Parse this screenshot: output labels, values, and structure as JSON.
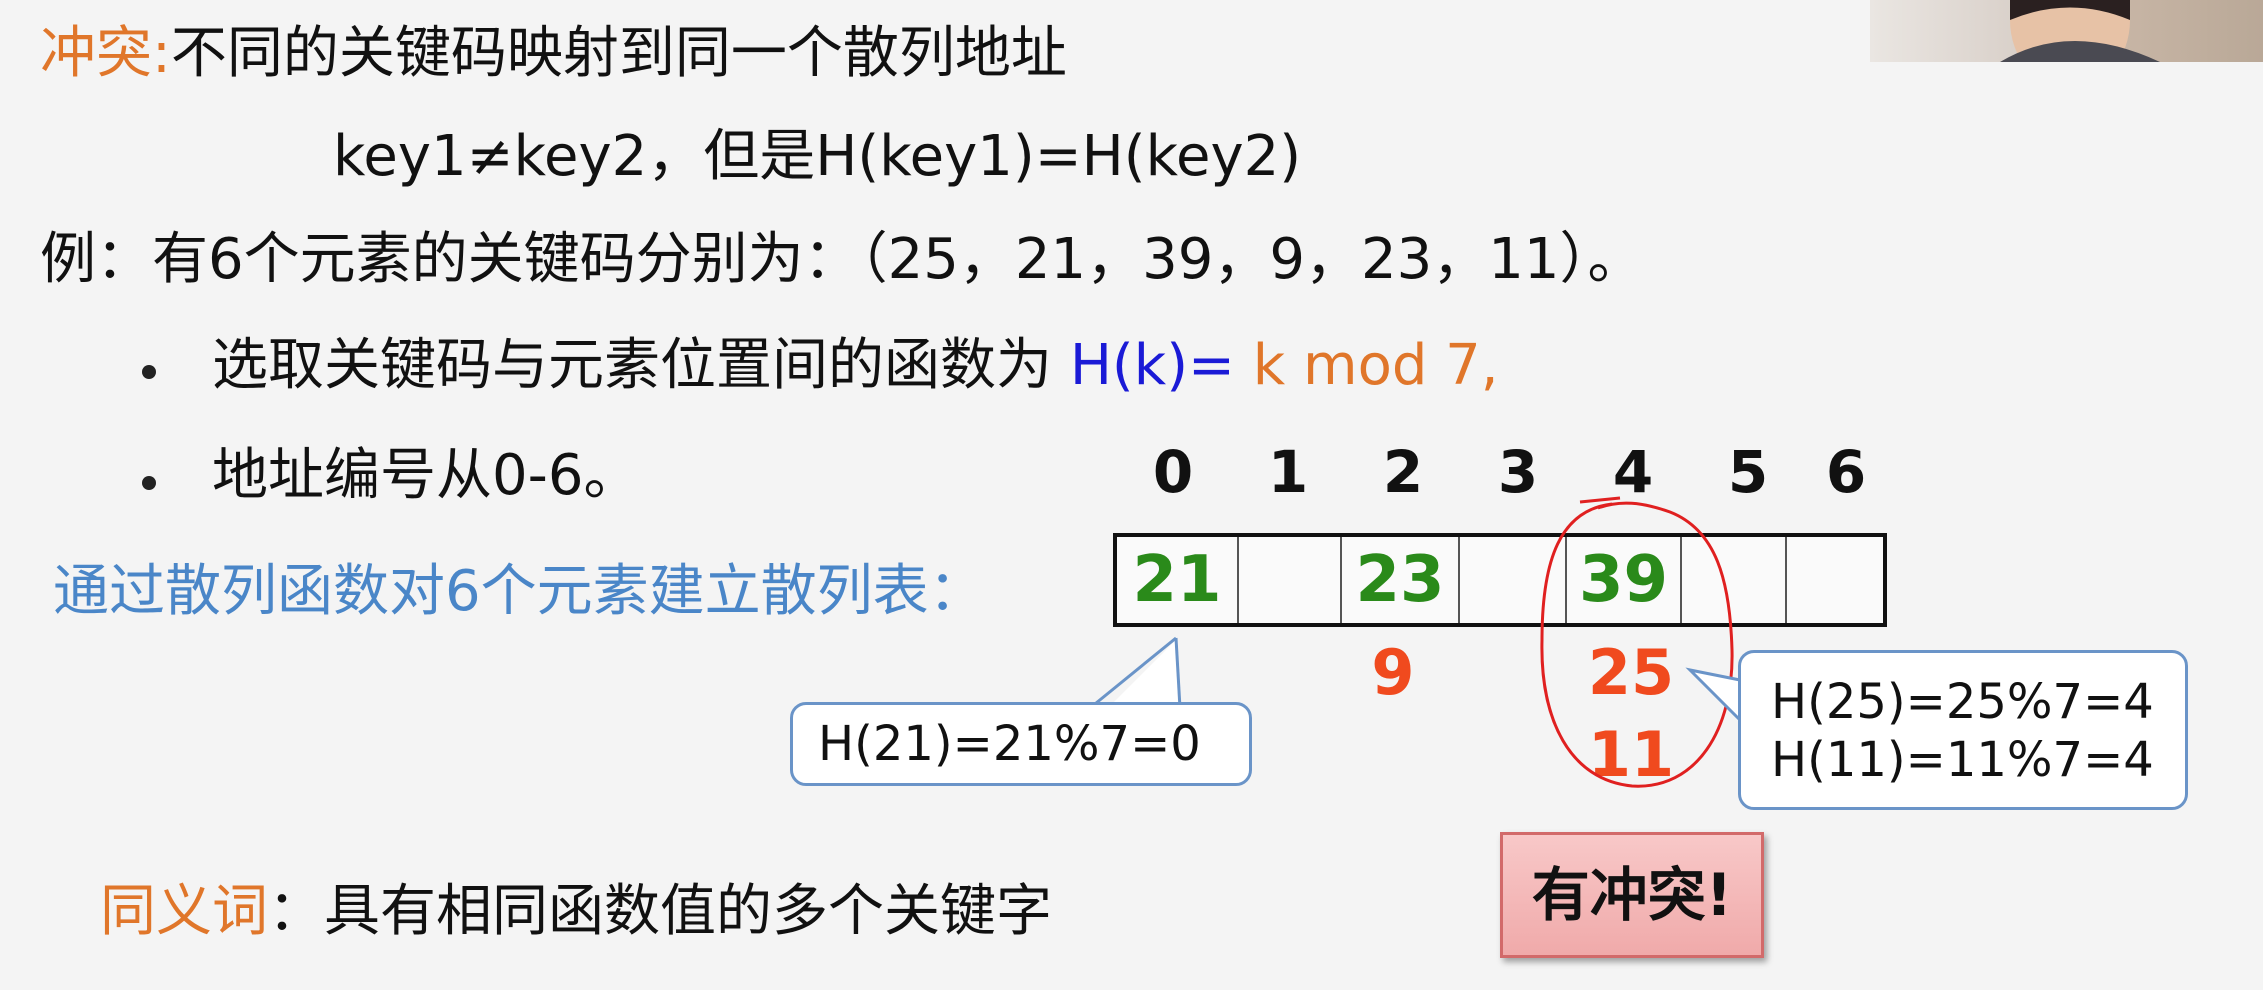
{
  "conflict_def": {
    "term": "冲突:",
    "desc": "不同的关键码映射到同一个散列地址"
  },
  "formula": "key1≠key2，但是H(key1)=H(key2)",
  "example": "例：有6个元素的关键码分别为：（25，21，39，9，23，11）。",
  "bullets": {
    "b1_text": "选取关键码与元素位置间的函数为 ",
    "b1_h": "H(k)= ",
    "b1_mod": "k mod 7,",
    "b2_text": "地址编号从0-6。"
  },
  "table_caption": "通过散列函数对6个元素建立散列表：",
  "table": {
    "indices": [
      "0",
      "1",
      "2",
      "3",
      "4",
      "5",
      "6"
    ],
    "cells": [
      "21",
      "",
      "23",
      "",
      "39",
      "",
      ""
    ]
  },
  "synonyms": {
    "slot2": "9",
    "slot4_a": "25",
    "slot4_b": "11"
  },
  "callout_left": "H(21)=21%7=0",
  "callout_right": {
    "line1": "H(25)=25%7=4",
    "line2": "H(11)=11%7=4"
  },
  "synonym_def": {
    "term": "同义词",
    "desc": "：具有相同函数值的多个关键字"
  },
  "conflict_badge": "有冲突!",
  "colors": {
    "orange": "#e0762a",
    "blue": "#1a1ad6",
    "light_blue": "#4a86c8",
    "green": "#2a8a1a",
    "red": "#f04a1e",
    "circle": "#e02020"
  }
}
